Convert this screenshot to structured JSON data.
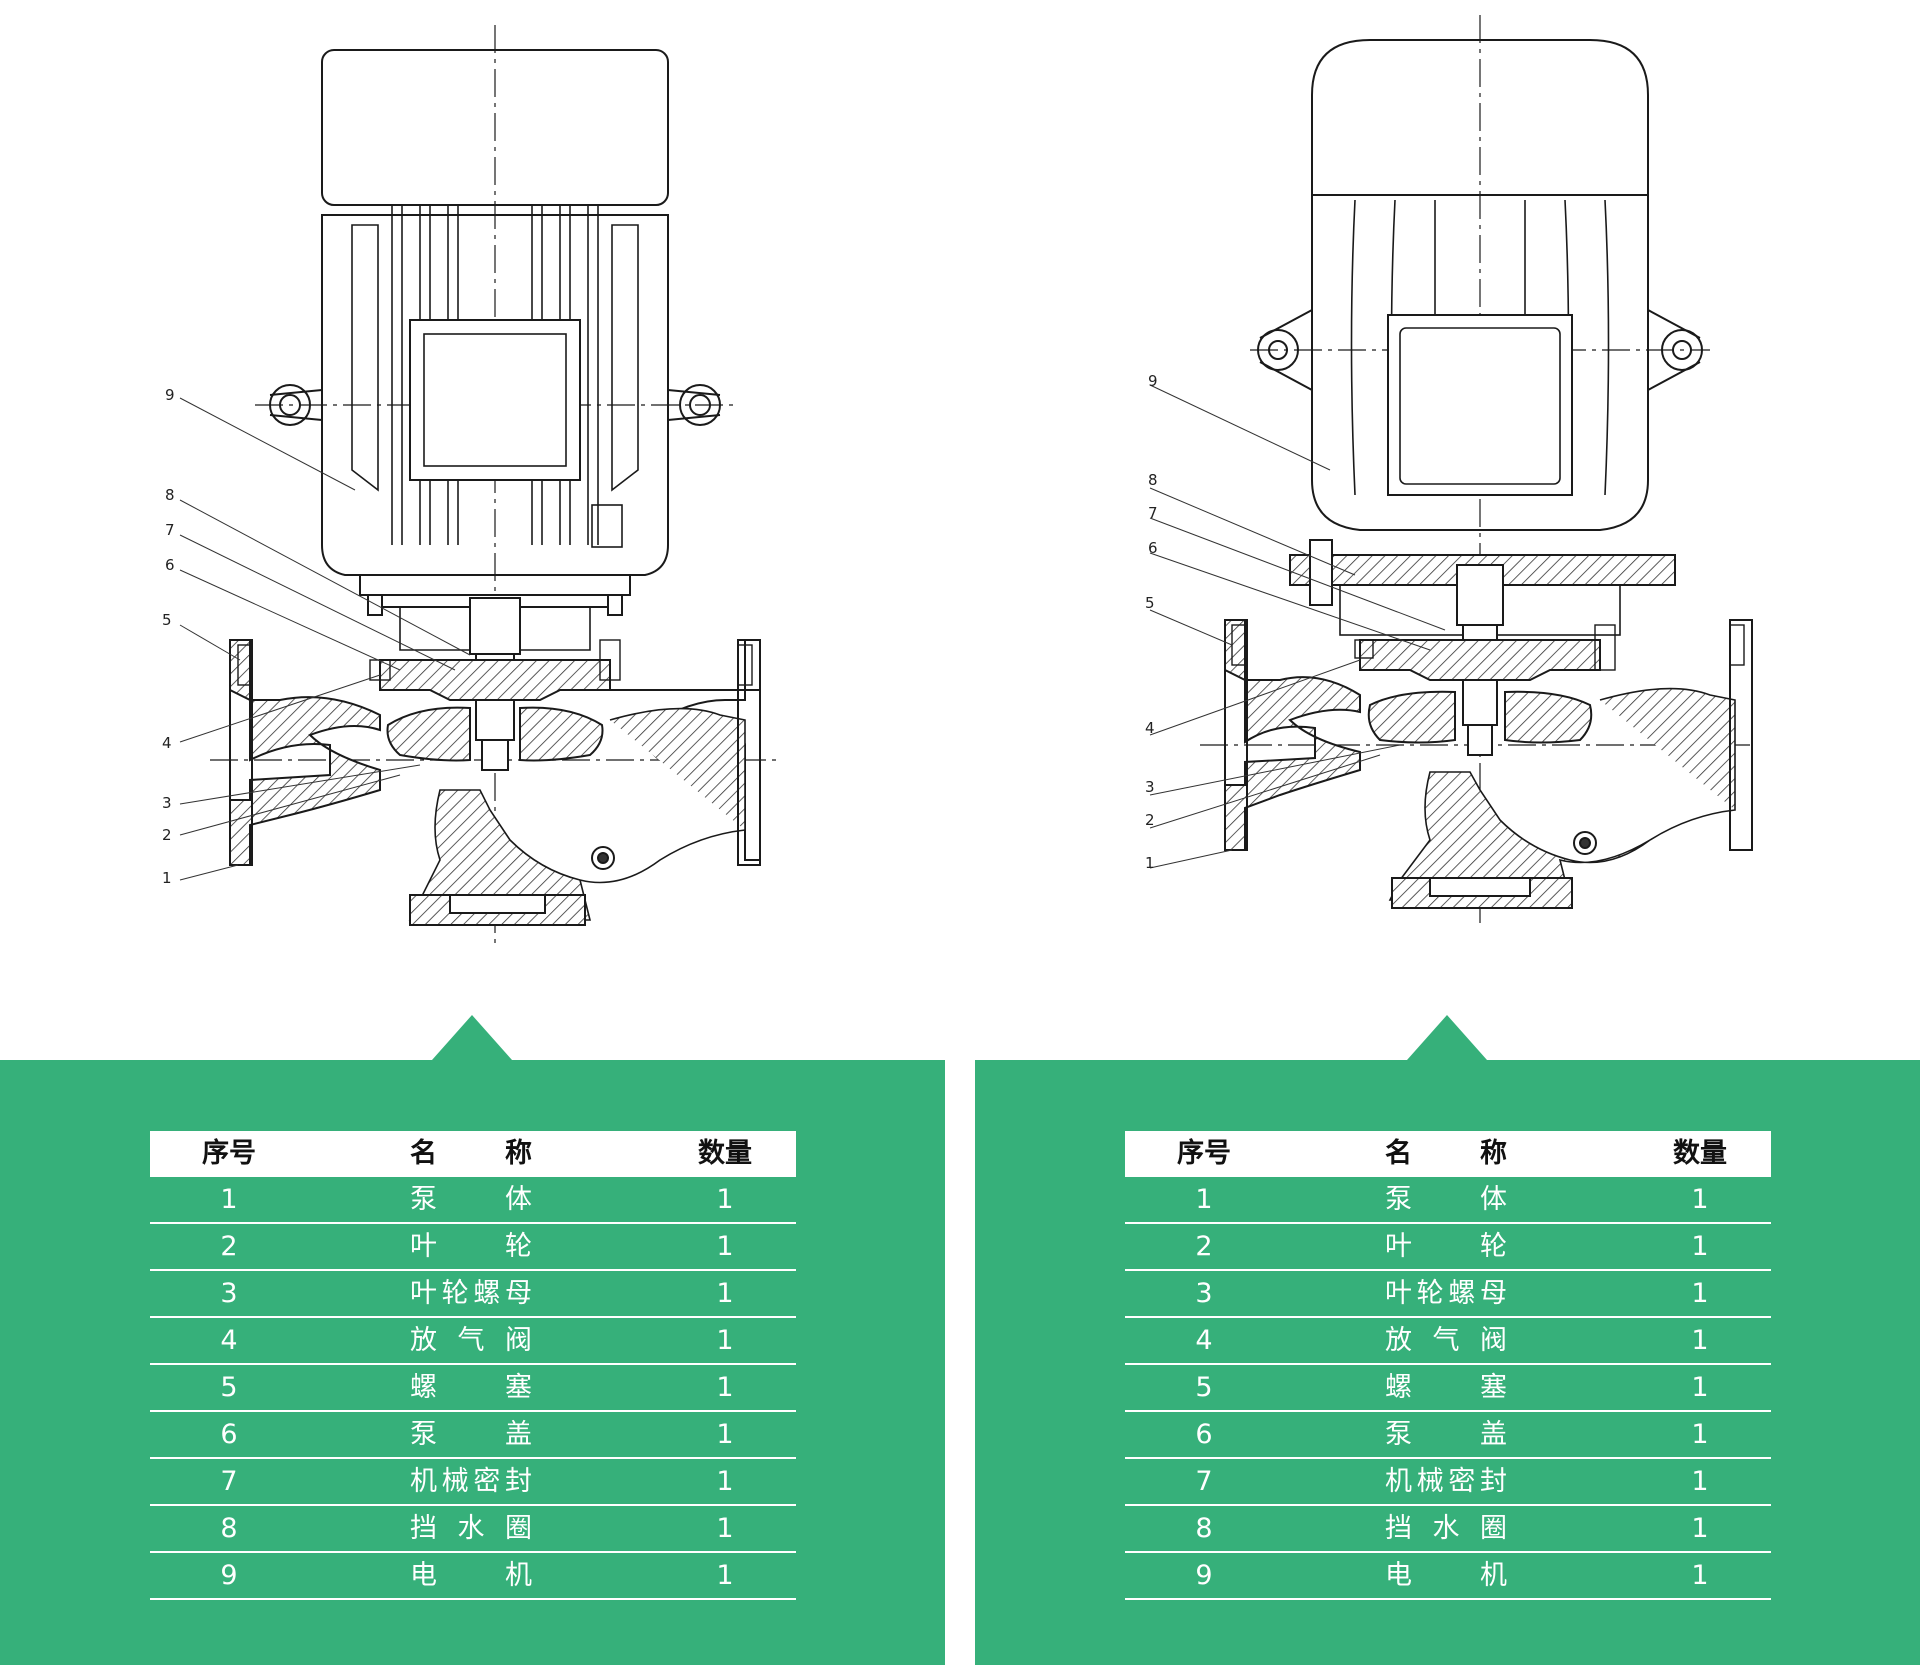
{
  "colors": {
    "panel": "#36b07a",
    "line": "#1a1a1a",
    "hatch": "#333333",
    "text_on_panel": "#ffffff"
  },
  "diagrams": [
    {
      "callouts": [
        "1",
        "2",
        "3",
        "4",
        "5",
        "6",
        "7",
        "8",
        "9"
      ]
    },
    {
      "callouts": [
        "1",
        "2",
        "3",
        "4",
        "5",
        "6",
        "7",
        "8",
        "9"
      ]
    }
  ],
  "tables": [
    {
      "headers": {
        "no": "序号",
        "name": "名    称",
        "qty": "数量"
      },
      "rows": [
        {
          "no": "1",
          "name": "泵    体",
          "qty": "1"
        },
        {
          "no": "2",
          "name": "叶    轮",
          "qty": "1"
        },
        {
          "no": "3",
          "name": "叶轮螺母",
          "qty": "1"
        },
        {
          "no": "4",
          "name": "放 气 阀",
          "qty": "1"
        },
        {
          "no": "5",
          "name": "螺    塞",
          "qty": "1"
        },
        {
          "no": "6",
          "name": "泵    盖",
          "qty": "1"
        },
        {
          "no": "7",
          "name": "机械密封",
          "qty": "1"
        },
        {
          "no": "8",
          "name": "挡 水 圈",
          "qty": "1"
        },
        {
          "no": "9",
          "name": "电    机",
          "qty": "1"
        }
      ]
    },
    {
      "headers": {
        "no": "序号",
        "name": "名    称",
        "qty": "数量"
      },
      "rows": [
        {
          "no": "1",
          "name": "泵    体",
          "qty": "1"
        },
        {
          "no": "2",
          "name": "叶    轮",
          "qty": "1"
        },
        {
          "no": "3",
          "name": "叶轮螺母",
          "qty": "1"
        },
        {
          "no": "4",
          "name": "放 气 阀",
          "qty": "1"
        },
        {
          "no": "5",
          "name": "螺    塞",
          "qty": "1"
        },
        {
          "no": "6",
          "name": "泵    盖",
          "qty": "1"
        },
        {
          "no": "7",
          "name": "机械密封",
          "qty": "1"
        },
        {
          "no": "8",
          "name": "挡 水 圈",
          "qty": "1"
        },
        {
          "no": "9",
          "name": "电    机",
          "qty": "1"
        }
      ]
    }
  ]
}
